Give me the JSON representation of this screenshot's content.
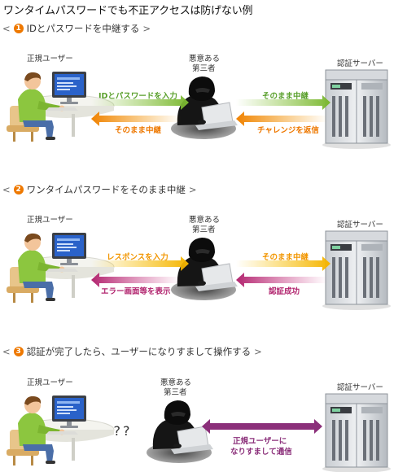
{
  "title": "ワンタイムパスワードでも不正アクセスは防げない例",
  "colors": {
    "green": "#8cc63f",
    "green_dark": "#5aa02c",
    "orange": "#f39800",
    "yellow": "#f6ab00",
    "magenta": "#b2256f",
    "purple": "#8b2f7a",
    "badge": "#ee7800"
  },
  "steps": [
    {
      "number": "1",
      "heading": "IDとパスワードを中継する",
      "user_label": "正規ユーザー",
      "attacker_label_line1": "悪意ある",
      "attacker_label_line2": "第三者",
      "server_label": "認証サーバー",
      "arrows": [
        {
          "text": "IDとパスワードを入力",
          "direction": "right",
          "color": "green"
        },
        {
          "text": "そのまま中継",
          "direction": "right",
          "color": "green"
        },
        {
          "text": "そのまま中継",
          "direction": "left",
          "color": "orange"
        },
        {
          "text": "チャレンジを返信",
          "direction": "left",
          "color": "orange"
        }
      ]
    },
    {
      "number": "2",
      "heading": "ワンタイムパスワードをそのまま中継",
      "user_label": "正規ユーザー",
      "attacker_label_line1": "悪意ある",
      "attacker_label_line2": "第三者",
      "server_label": "認証サーバー",
      "arrows": [
        {
          "text": "レスポンスを入力",
          "direction": "right",
          "color": "yellow"
        },
        {
          "text": "そのまま中継",
          "direction": "right",
          "color": "yellow"
        },
        {
          "text": "エラー画面等を表示",
          "direction": "left",
          "color": "magenta"
        },
        {
          "text": "認証成功",
          "direction": "left",
          "color": "magenta"
        }
      ]
    },
    {
      "number": "3",
      "heading": "認証が完了したら、ユーザーになりすまして操作する",
      "user_label": "正規ユーザー",
      "attacker_label_line1": "悪意ある",
      "attacker_label_line2": "第三者",
      "server_label": "認証サーバー",
      "question": "???",
      "arrow_text_line1": "正規ユーザーに",
      "arrow_text_line2": "なりすまして通信"
    }
  ]
}
